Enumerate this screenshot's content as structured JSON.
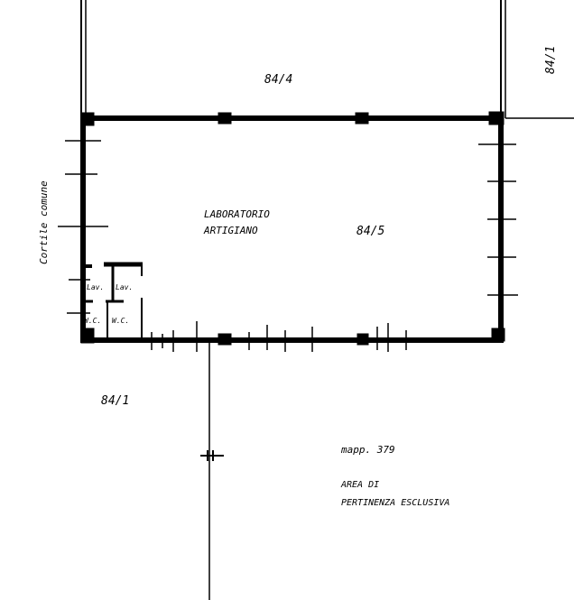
{
  "labels": {
    "parcel_north": "84/4",
    "parcel_east": "84/1",
    "parcel_south": "84/1",
    "room_line1": "LABORATORIO",
    "room_line2": "ARTIGIANO",
    "room_parcel": "84/5",
    "courtyard": "Cortile comune",
    "wash1": "Lav.",
    "wash2": "Lav.",
    "wc1": "W.C.",
    "wc2": "W.C.",
    "mapp": "mapp. 379",
    "area_line1": "AREA DI",
    "area_line2": "PERTINENZA ESCLUSIVA"
  }
}
